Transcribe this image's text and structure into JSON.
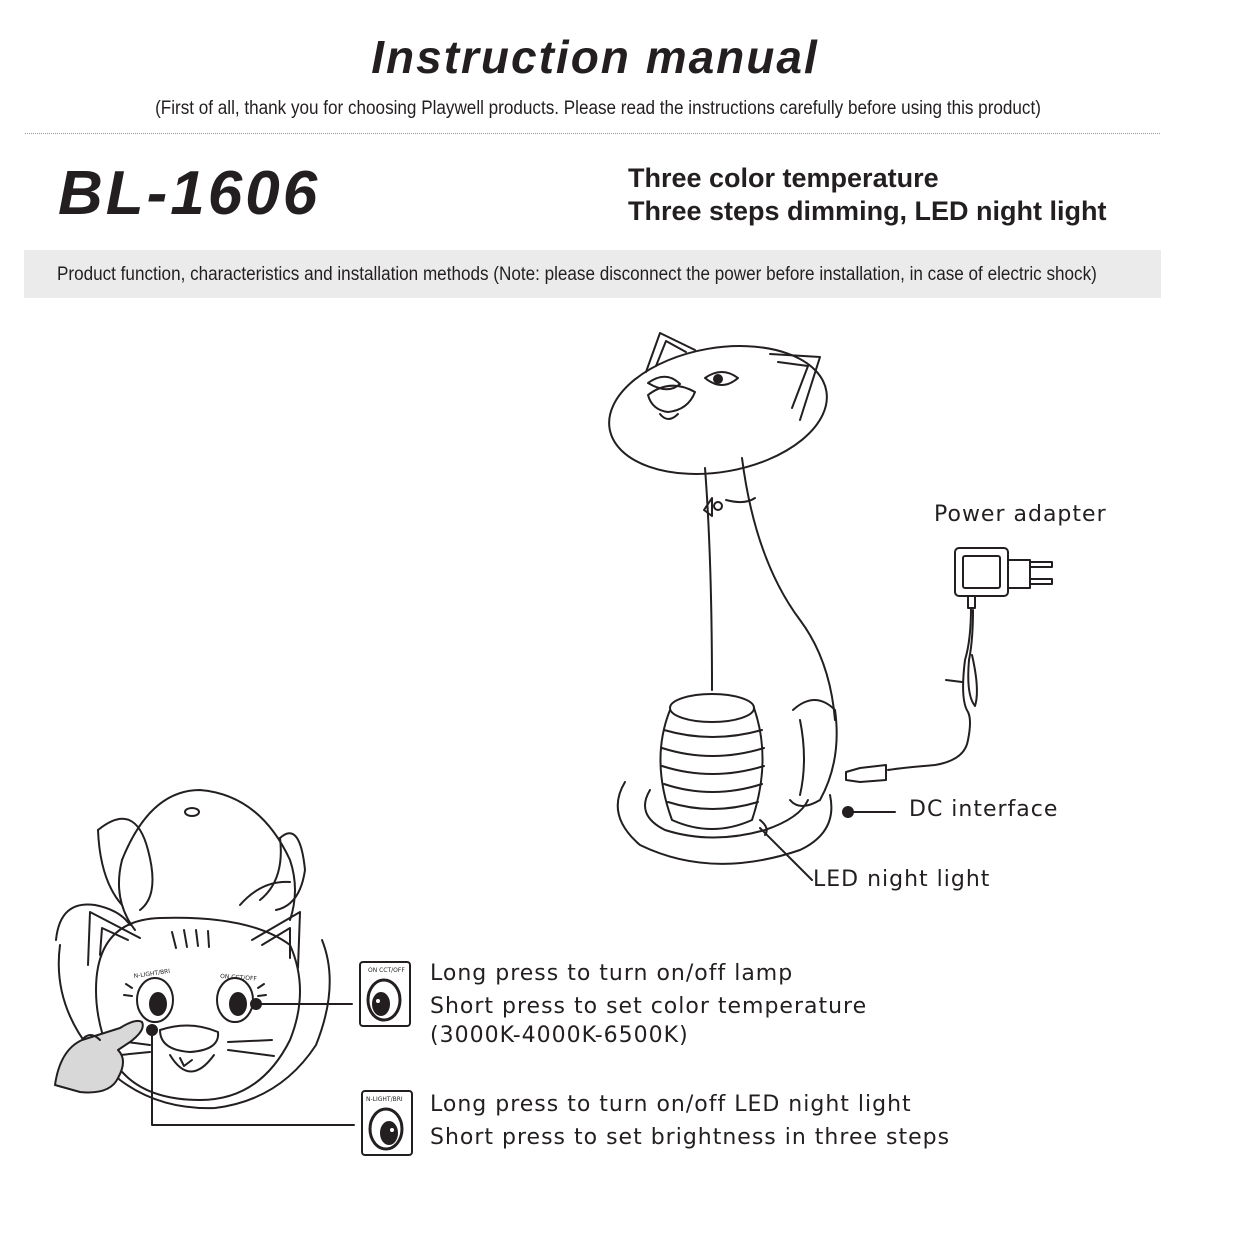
{
  "header": {
    "title": "Instruction manual",
    "subtitle": "(First of all, thank you for choosing Playwell products. Please read the instructions carefully before using this product)"
  },
  "product": {
    "model": "BL-1606",
    "features": [
      "Three color temperature",
      "Three steps dimming, LED night light"
    ]
  },
  "banner": {
    "text": "Product function, characteristics and installation methods (Note: please disconnect the power before installation, in case of electric shock)"
  },
  "lamp_diagram": {
    "power_adapter_label": "Power adapter",
    "dc_interface_label": "DC interface",
    "led_night_light_label": "LED night light"
  },
  "buttons": [
    {
      "icon_text": "ON CCT/OFF",
      "lines": [
        "Long press to turn on/off lamp",
        "Short press to set color temperature",
        "(3000K-4000K-6500K)"
      ]
    },
    {
      "icon_text": "N-LIGHT/BRI",
      "lines": [
        "Long press to turn on/off LED night light",
        "Short press to set brightness in three steps"
      ]
    }
  ]
}
